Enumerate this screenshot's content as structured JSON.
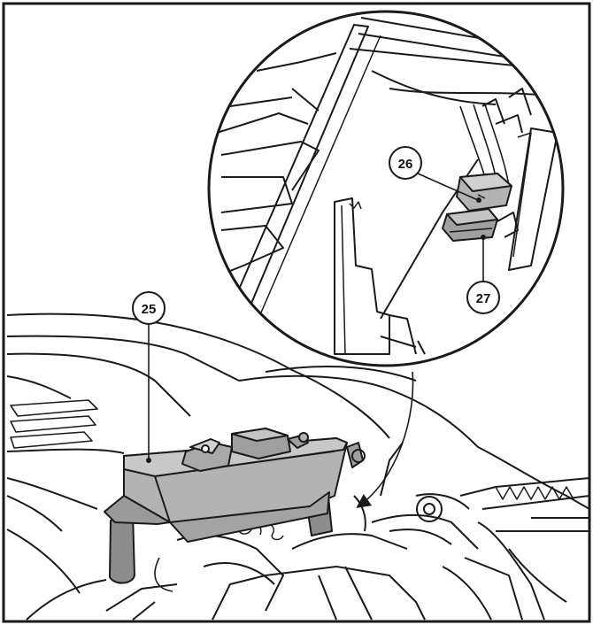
{
  "callouts": {
    "c25": "25",
    "c26": "26",
    "c27": "27"
  },
  "colors": {
    "line": "#1a1a1a",
    "part_fill": "#b3b3b3",
    "part_dark": "#8c8c8c",
    "background": "#ffffff"
  }
}
